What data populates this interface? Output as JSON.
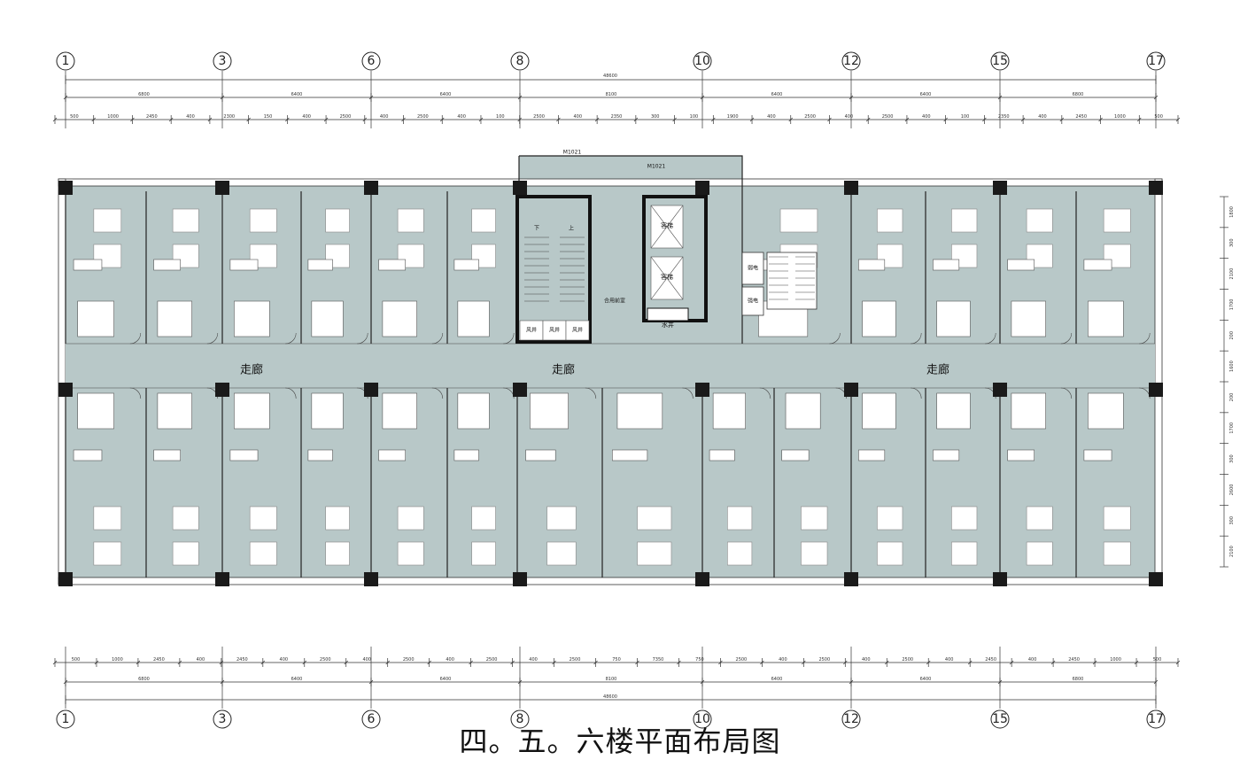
{
  "title": "四。五。六楼平面布局图",
  "axes": [
    "1",
    "3",
    "6",
    "8",
    "10",
    "12",
    "15",
    "17"
  ],
  "total_dimension": "48600",
  "top_main_dims": [
    "6800",
    "6400",
    "6400",
    "8100",
    "6400",
    "6400",
    "6800"
  ],
  "bottom_main_dims": [
    "6800",
    "6400",
    "6400",
    "8100",
    "6400",
    "6400",
    "6800"
  ],
  "top_detail_dims": [
    "500",
    "1000",
    "2450",
    "400",
    "2300",
    "150",
    "400",
    "2500",
    "400",
    "2500",
    "400",
    "100",
    "2500",
    "400",
    "2350",
    "300",
    "100",
    "1900",
    "400",
    "2500",
    "400",
    "2500",
    "400",
    "100",
    "2350",
    "400",
    "2450",
    "1000",
    "500"
  ],
  "bottom_detail_dims": [
    "500",
    "1000",
    "2450",
    "400",
    "2450",
    "400",
    "2500",
    "400",
    "2500",
    "400",
    "2500",
    "400",
    "2500",
    "750",
    "7350",
    "750",
    "2500",
    "400",
    "2500",
    "400",
    "2500",
    "400",
    "2450",
    "400",
    "2450",
    "1000",
    "500"
  ],
  "right_dims": [
    "1800",
    "300",
    "2100",
    "1700",
    "200",
    "1600",
    "200",
    "1700",
    "300",
    "2600",
    "300",
    "2100"
  ],
  "labels": {
    "corridor": "走廊",
    "door_m1021_a": "M1021",
    "door_m1021_b": "M1021",
    "elevator_1": "客梯",
    "elevator_2": "客梯",
    "water_shaft": "水井",
    "lobby": "合用前室",
    "stair_down": "下",
    "stair_up": "上",
    "vent_1": "风井",
    "vent_2": "风井",
    "vent_3": "风井",
    "weak_current": "弱电",
    "strong_current": "强电"
  },
  "colors": {
    "floor": "#b8c8c8",
    "wall": "#1a1a1a",
    "furniture": "#ffffff"
  }
}
